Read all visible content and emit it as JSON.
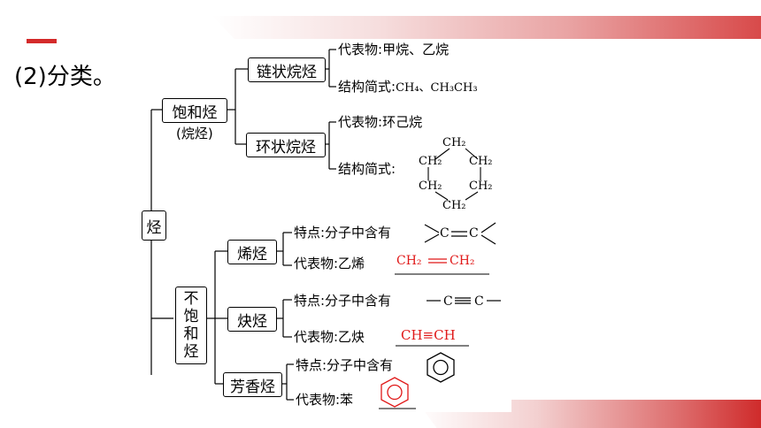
{
  "heading": "(2)分类。",
  "tree": {
    "root": "烃",
    "saturated": {
      "label": "饱和烃",
      "alias": "(烷烃)",
      "chain": {
        "label": "链状烷烃",
        "rep_label": "代表物:",
        "rep_value": "甲烷、乙烷",
        "formula_label": "结构简式:",
        "formula_a": "CH₄、CH₃CH₃"
      },
      "ring": {
        "label": "环状烷烃",
        "rep_label": "代表物:",
        "rep_value": "环己烷",
        "formula_label": "结构简式:",
        "ring_nodes": [
          "CH₂",
          "CH₂",
          "CH₂",
          "CH₂",
          "CH₂",
          "CH₂"
        ]
      }
    },
    "unsaturated": {
      "label_chars": [
        "不",
        "饱",
        "和",
        "烃"
      ],
      "alkene": {
        "label": "烯烃",
        "feature_label": "特点:分子中含有",
        "feature_c": "C",
        "rep_label": "代表物:乙烯",
        "answer_a": "CH₂",
        "answer_b": "CH₂"
      },
      "alkyne": {
        "label": "炔烃",
        "feature_label": "特点:分子中含有",
        "feature_c": "C",
        "rep_label": "代表物:乙炔",
        "answer": "CH≡CH"
      },
      "aromatic": {
        "label": "芳香烃",
        "feature_label": "特点:分子中含有",
        "rep_label": "代表物:苯"
      }
    }
  },
  "colors": {
    "accent": "#d42a2a",
    "answer": "#e01818"
  }
}
